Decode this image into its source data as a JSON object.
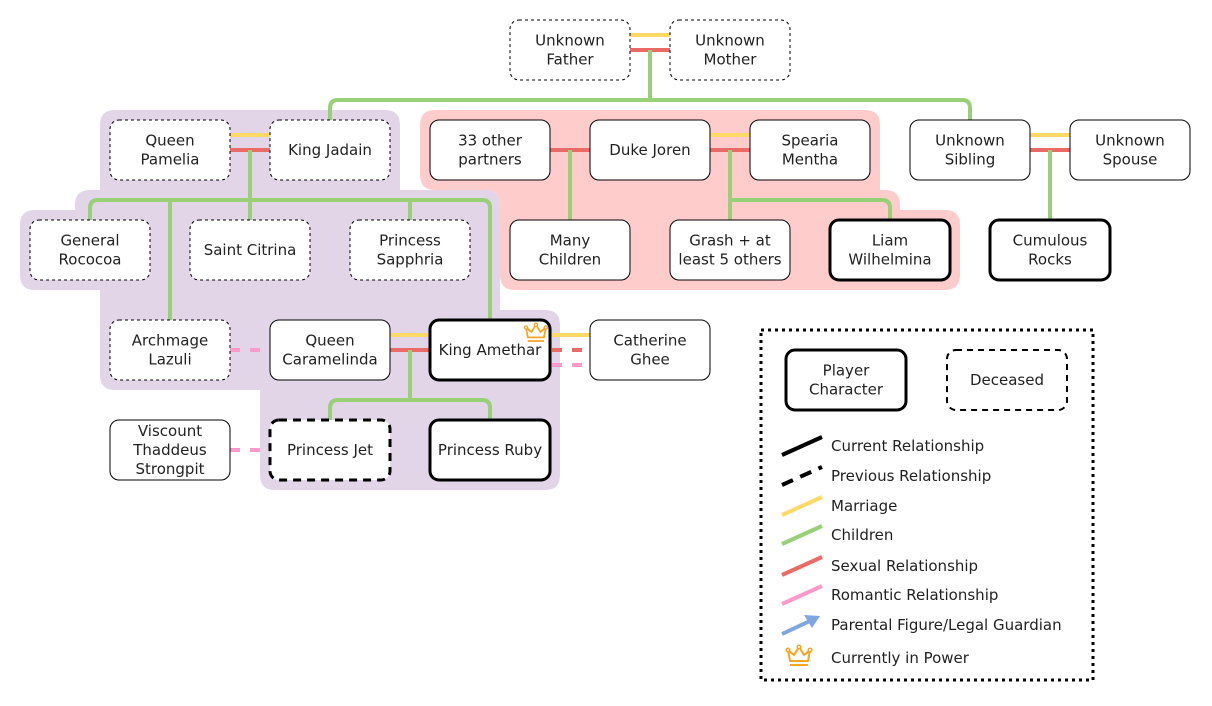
{
  "colors": {
    "marriage": "#FFD966",
    "children": "#97D077",
    "sexual": "#EA6B66",
    "romantic": "#FF99CC",
    "guardian": "#7EA6E0",
    "crown": "#F5A623",
    "royal_group_bg": "#E1D5E7",
    "joren_group_bg": "#FFCCCC"
  },
  "nodes": {
    "unknown_father": {
      "lines": [
        "Unknown",
        "Father"
      ],
      "style": "deceased"
    },
    "unknown_mother": {
      "lines": [
        "Unknown",
        "Mother"
      ],
      "style": "deceased"
    },
    "queen_pamelia": {
      "lines": [
        "Queen",
        "Pamelia"
      ],
      "style": "deceased"
    },
    "king_jadain": {
      "lines": [
        "King Jadain"
      ],
      "style": "deceased"
    },
    "other_partners": {
      "lines": [
        "33 other",
        "partners"
      ],
      "style": "normal"
    },
    "duke_joren": {
      "lines": [
        "Duke Joren"
      ],
      "style": "normal"
    },
    "spearia_mentha": {
      "lines": [
        "Spearia",
        "Mentha"
      ],
      "style": "normal"
    },
    "unknown_sibling": {
      "lines": [
        "Unknown",
        "Sibling"
      ],
      "style": "normal"
    },
    "unknown_spouse": {
      "lines": [
        "Unknown",
        "Spouse"
      ],
      "style": "normal"
    },
    "general_rococoa": {
      "lines": [
        "General",
        "Rococoa"
      ],
      "style": "deceased"
    },
    "saint_citrina": {
      "lines": [
        "Saint Citrina"
      ],
      "style": "deceased"
    },
    "princess_sapphria": {
      "lines": [
        "Princess",
        "Sapphria"
      ],
      "style": "deceased"
    },
    "many_children": {
      "lines": [
        "Many",
        "Children"
      ],
      "style": "normal"
    },
    "grash": {
      "lines": [
        "Grash + at",
        "least 5 others"
      ],
      "style": "normal"
    },
    "liam_wilhelmina": {
      "lines": [
        "Liam",
        "Wilhelmina"
      ],
      "style": "player"
    },
    "cumulous_rocks": {
      "lines": [
        "Cumulous",
        "Rocks"
      ],
      "style": "player"
    },
    "archmage_lazuli": {
      "lines": [
        "Archmage",
        "Lazuli"
      ],
      "style": "deceased"
    },
    "queen_caramelinda": {
      "lines": [
        "Queen",
        "Caramelinda"
      ],
      "style": "normal"
    },
    "king_amethar": {
      "lines": [
        "King Amethar"
      ],
      "style": "player",
      "in_power": true
    },
    "catherine_ghee": {
      "lines": [
        "Catherine",
        "Ghee"
      ],
      "style": "normal"
    },
    "viscount_thaddeus": {
      "lines": [
        "Viscount",
        "Thaddeus",
        "Strongpit"
      ],
      "style": "normal"
    },
    "princess_jet": {
      "lines": [
        "Princess Jet"
      ],
      "style": "player-deceased"
    },
    "princess_ruby": {
      "lines": [
        "Princess Ruby"
      ],
      "style": "player"
    }
  },
  "legend": {
    "player_label": [
      "Player",
      "Character"
    ],
    "deceased_label": [
      "Deceased"
    ],
    "items": [
      {
        "label": "Current Relationship",
        "kind": "solid-black"
      },
      {
        "label": "Previous Relationship",
        "kind": "dashed-black"
      },
      {
        "label": "Marriage",
        "kind": "marriage"
      },
      {
        "label": "Children",
        "kind": "children"
      },
      {
        "label": "Sexual Relationship",
        "kind": "sexual"
      },
      {
        "label": "Romantic Relationship",
        "kind": "romantic"
      },
      {
        "label": "Parental Figure/Legal Guardian",
        "kind": "guardian"
      },
      {
        "label": "Currently in Power",
        "kind": "crown"
      }
    ]
  }
}
